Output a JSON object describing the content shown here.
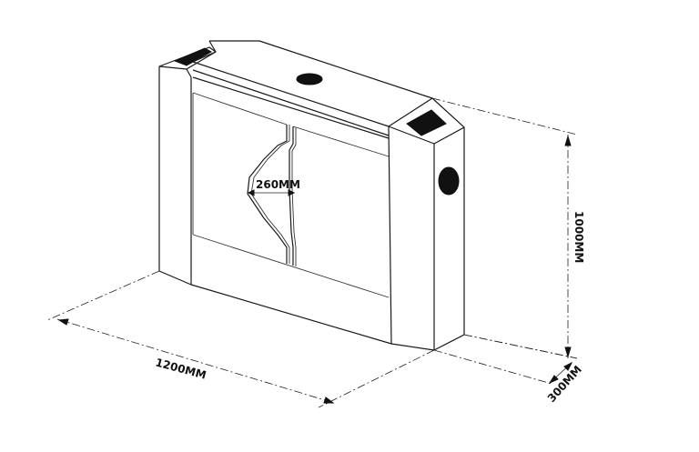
{
  "dimensions": {
    "wing_width": "260MM",
    "height": "1000MM",
    "length": "1200MM",
    "depth": "300MM"
  }
}
